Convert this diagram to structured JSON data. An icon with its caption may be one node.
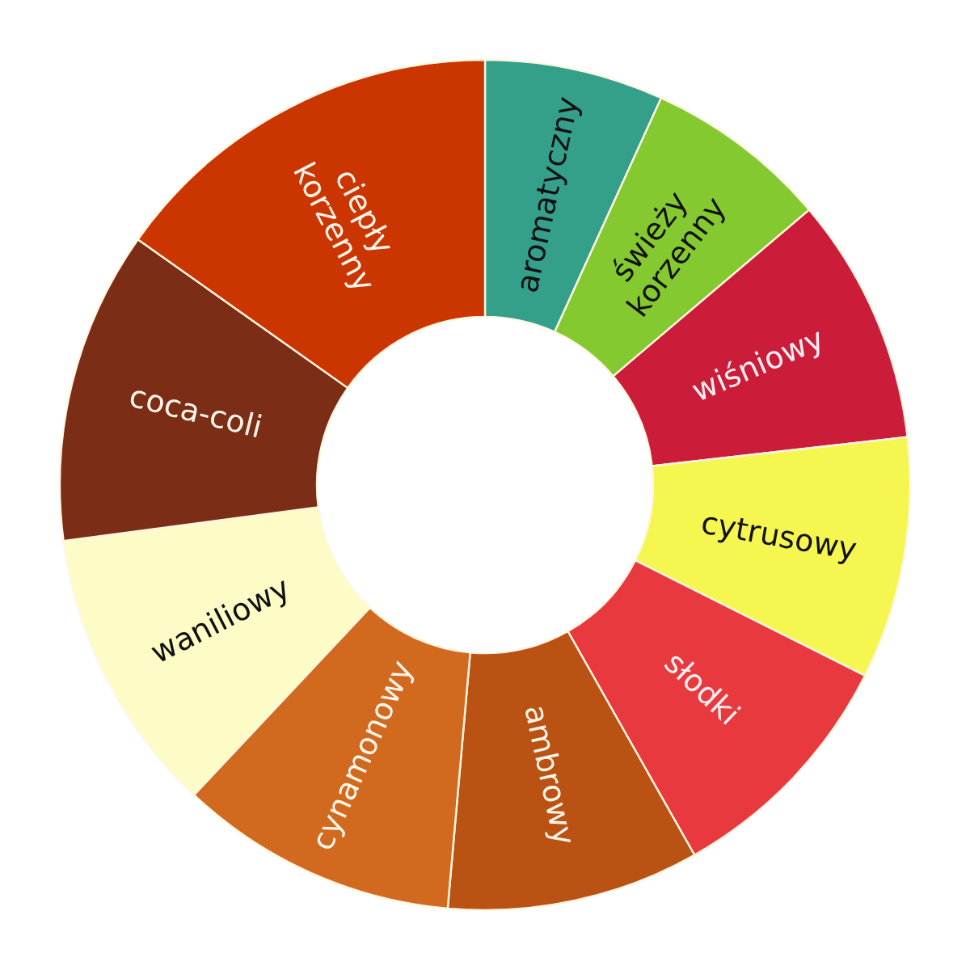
{
  "diagram": {
    "chart_data": {
      "type": "donut",
      "categories": [
        "aromatyczny",
        "świeży korzenny",
        "wiśniowy",
        "cytrusowy",
        "słodki",
        "ambrowy",
        "cynamonowy",
        "waniliowy",
        "coca-coli",
        "ciepły korzenny"
      ],
      "values": [
        6.8,
        7.0,
        9.4,
        9.2,
        9.4,
        9.6,
        10.6,
        10.9,
        11.9,
        15.2
      ]
    }
  }
}
